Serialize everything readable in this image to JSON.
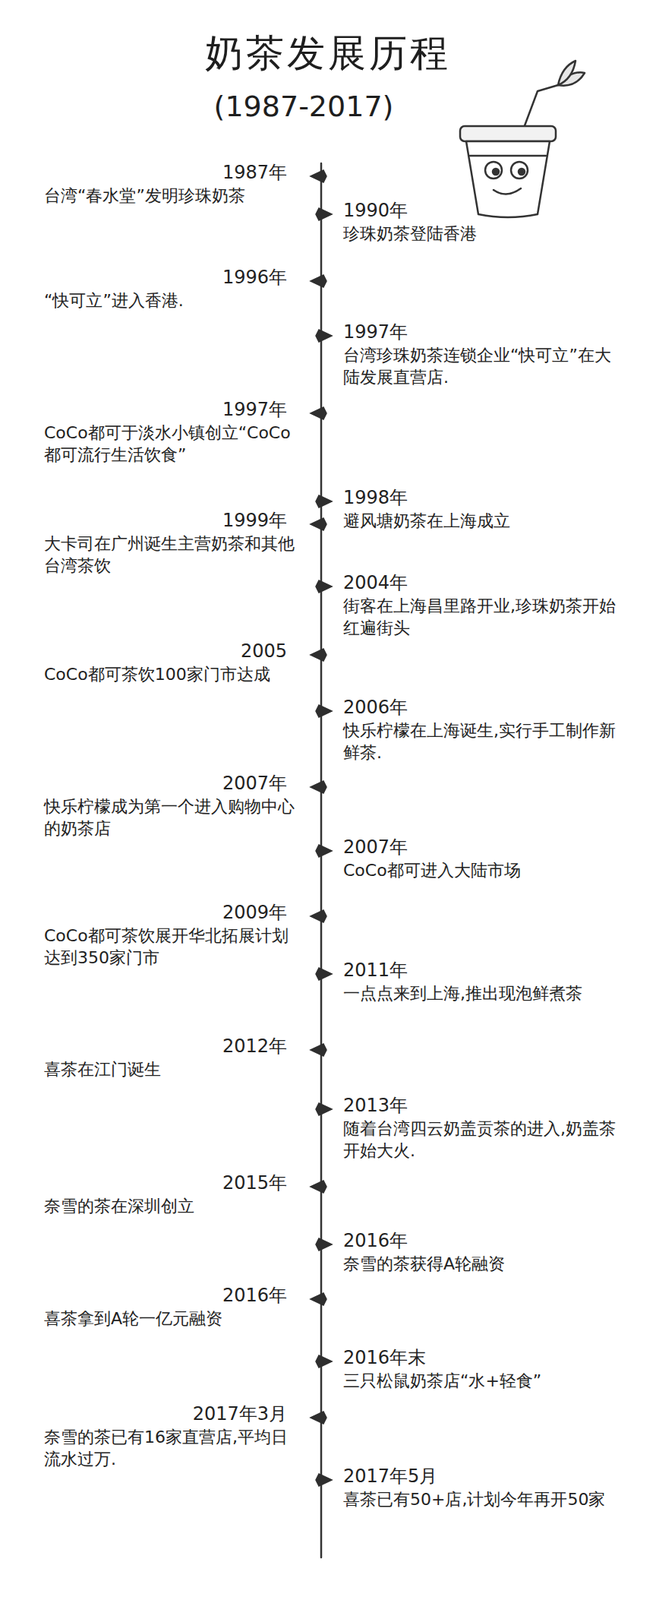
{
  "diagram": {
    "title": "奶茶发展历程",
    "labels": [
      "(1987-2017)",
      "1987年",
      "台湾“春水堂”发明珍珠奶茶",
      "1990年",
      "珍珠奶茶登陆香港",
      "1996年",
      "“快可立”进入香港.",
      "1997年",
      "台湾珍珠奶茶连锁企业“快可立”在大陆发展直营店.",
      "1997年",
      "CoCo都可于淡水小镇创立“CoCo都可流行生活饮食”",
      "1998年",
      "避风塘奶茶在上海成立",
      "1999年",
      "大卡司在广州诞生主营奶茶和其他台湾茶饮",
      "2004年",
      "街客在上海昌里路开业,珍珠奶茶开始红遍街头",
      "2005",
      "CoCo都可茶饮100家门市达成",
      "2006年",
      "快乐柠檬在上海诞生,实行手工制作新鲜茶.",
      "2007年",
      "快乐柠檬成为第一个进入购物中心的奶茶店",
      "2007年",
      "CoCo都可进入大陆市场",
      "2009年",
      "CoCo都可茶饮展开华北拓展计划达到350家门市",
      "2011年",
      "一点点来到上海,推出现泡鲜煮茶",
      "2012年",
      "喜茶在江门诞生",
      "2013年",
      "随着台湾四云奶盖贡茶的进入,奶盖茶开始大火.",
      "2015年",
      "奈雪的茶在深圳创立",
      "2016年",
      "奈雪的茶获得A轮融资",
      "2016年",
      "喜茶拿到A轮一亿元融资",
      "2016年末",
      "三只松鼠奶茶店“水+轻食”",
      "2017年3月",
      "奈雪的茶已有16家直营店,平均日流水过万.",
      "2017年5月",
      "喜茶已有50+店,计划今年再开50家"
    ]
  }
}
